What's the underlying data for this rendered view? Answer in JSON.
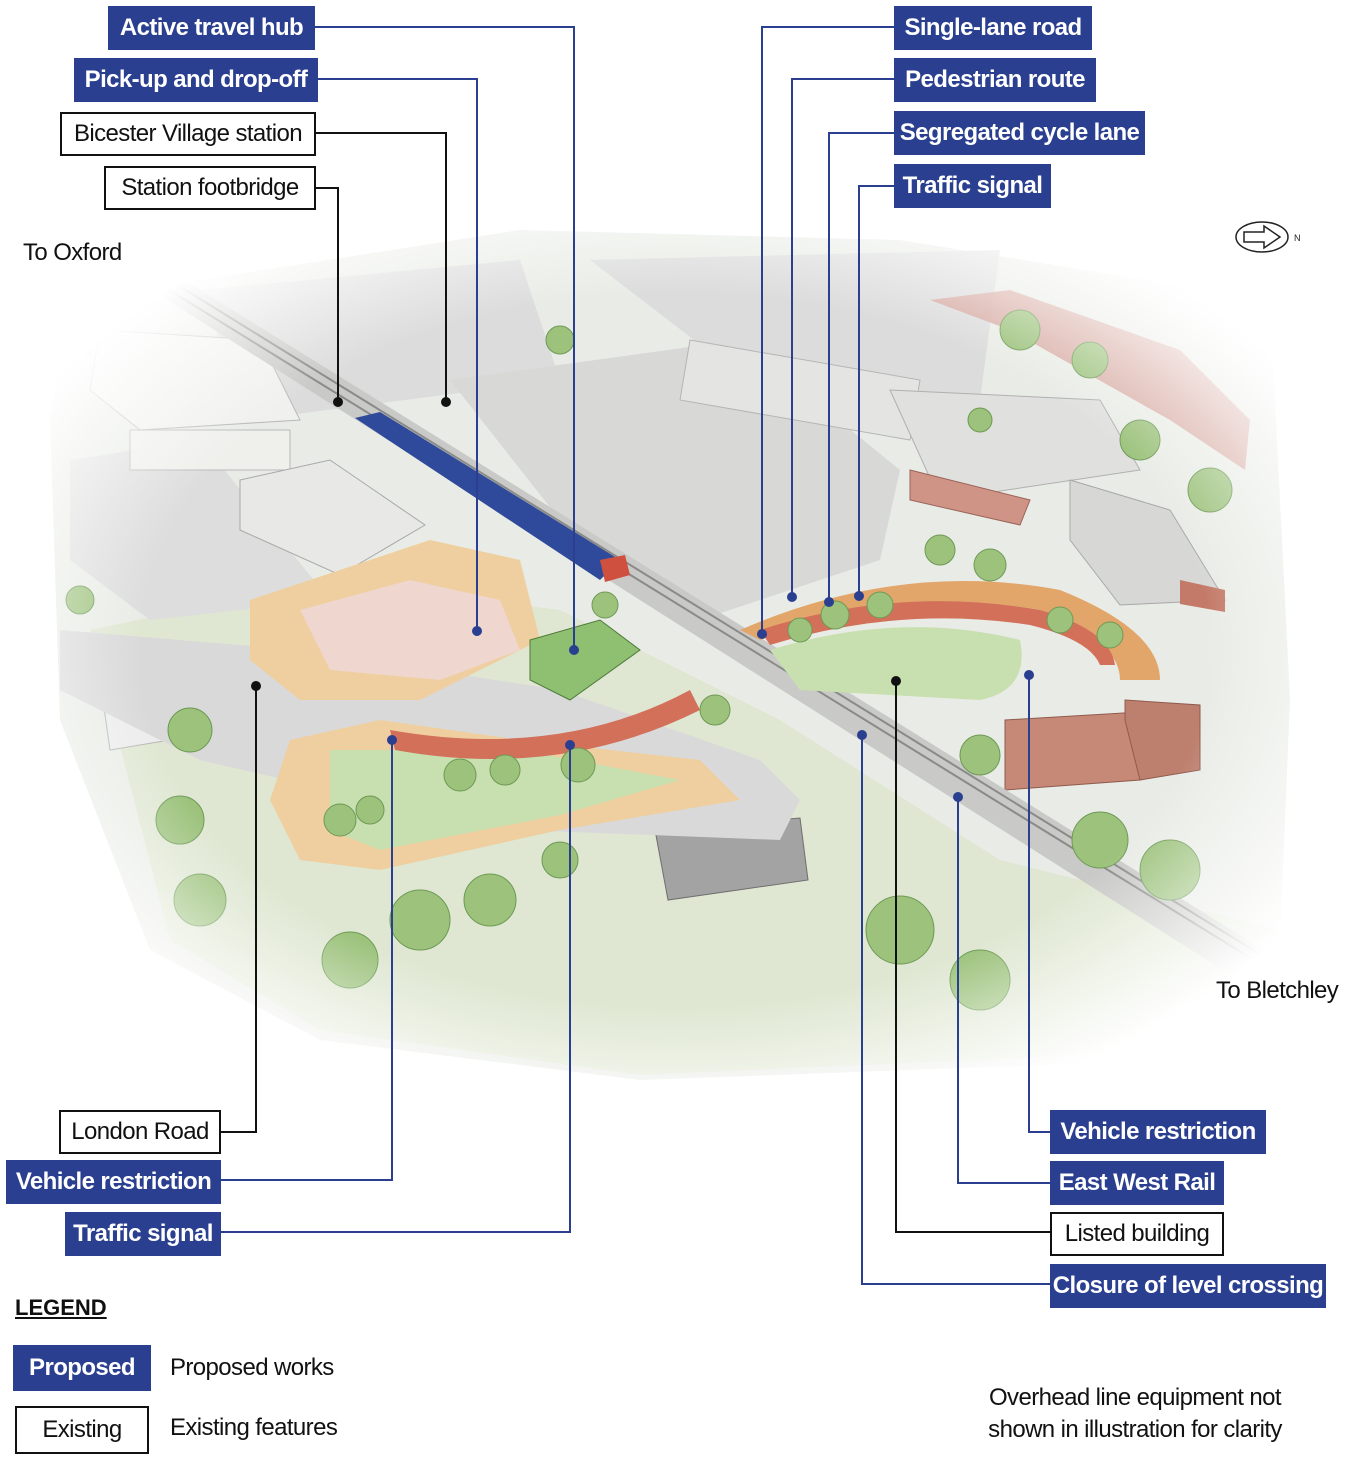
{
  "colors": {
    "proposed": "#2a3f8f",
    "existing": "#111111"
  },
  "compass": {
    "icon": "north-arrow-icon",
    "label": "N"
  },
  "directions": {
    "to_oxford": "To Oxford",
    "to_bletchley": "To Bletchley"
  },
  "callouts": {
    "active_travel_hub": "Active travel hub",
    "pickup_dropoff": "Pick-up and drop-off",
    "bicester_village_station": "Bicester Village station",
    "station_footbridge": "Station footbridge",
    "single_lane_road": "Single-lane road",
    "pedestrian_route": "Pedestrian route",
    "segregated_cycle_lane": "Segregated cycle lane",
    "traffic_signal_north": "Traffic signal",
    "london_road": "London Road",
    "vehicle_restriction_south": "Vehicle restriction",
    "traffic_signal_south": "Traffic signal",
    "vehicle_restriction_north": "Vehicle restriction",
    "east_west_rail": "East West Rail",
    "listed_building": "Listed building",
    "closure_level_crossing": "Closure of level crossing"
  },
  "legend": {
    "title": "LEGEND",
    "proposed_key": "Proposed",
    "proposed_desc": "Proposed works",
    "existing_key": "Existing",
    "existing_desc": "Existing features"
  },
  "note": "Overhead line equipment not shown in illustration for clarity"
}
